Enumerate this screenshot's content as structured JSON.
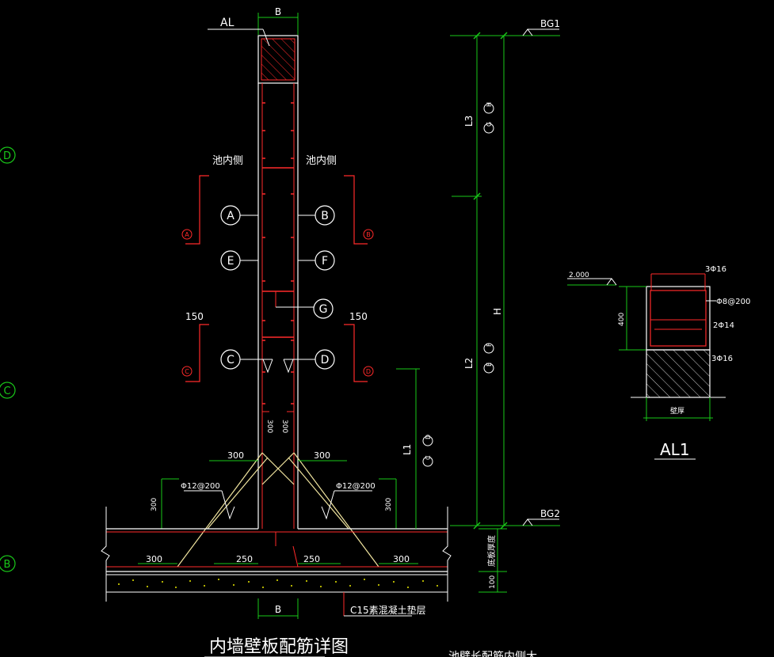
{
  "drawing": {
    "title": "内墙壁板配筋详图",
    "bottom_note_cut": "池壁长配筋内侧大",
    "grid_axes": [
      "D",
      "C",
      "B"
    ],
    "colors": {
      "background": "#000000",
      "outline": "#ffffff",
      "rebar": "#ff2a2a",
      "dimension": "#19c819",
      "grid": "#19c819",
      "haunch": "#f2e6a0",
      "concrete_dot": "#e8e800"
    },
    "wall_section": {
      "beam_label": "AL",
      "width_label_top": "B",
      "width_label_bottom": "B",
      "inner_side_left": "池内侧",
      "inner_side_right": "池内侧",
      "bubbles": [
        "A",
        "B",
        "E",
        "F",
        "G",
        "C",
        "D"
      ],
      "marks_left": [
        "A",
        "C"
      ],
      "marks_right": [
        "B",
        "D"
      ],
      "dim_150_left": "150",
      "dim_150_right": "150",
      "dim_300_left_vertical": "300",
      "dim_300_right_vertical": "300",
      "dim_300_left_horizontal": "300",
      "dim_300_right_horizontal": "300",
      "dim_300_left_bottom": "300",
      "dim_300_right_bottom": "300",
      "dim_250_left": "250",
      "dim_250_right": "250",
      "dim_310_left": "300",
      "dim_310_right": "300",
      "haunch_rebar_left": "Φ12@200",
      "haunch_rebar_right": "Φ12@200",
      "l1_label": "L1",
      "l1_marks": [
        "C",
        "D"
      ],
      "base_layer_label": "C15素混凝土垫层",
      "base_thickness": "100",
      "slab_label": "底板厚度"
    },
    "elevation": {
      "top_mark": "BG1",
      "bottom_mark": "BG2",
      "l3_label": "L3",
      "l3_marks": [
        "G",
        "H"
      ],
      "l2_label": "L2",
      "l2_marks": [
        "E",
        "F"
      ],
      "h_label": "H"
    },
    "al1_section": {
      "title": "AL1",
      "elevation": "2.000",
      "height_dim": "400",
      "top_bars": "3Φ16",
      "stirrups": "Φ8@200",
      "middle_bars": "2Φ14",
      "bottom_bars": "3Φ16",
      "wall_label": "壁厚"
    }
  }
}
